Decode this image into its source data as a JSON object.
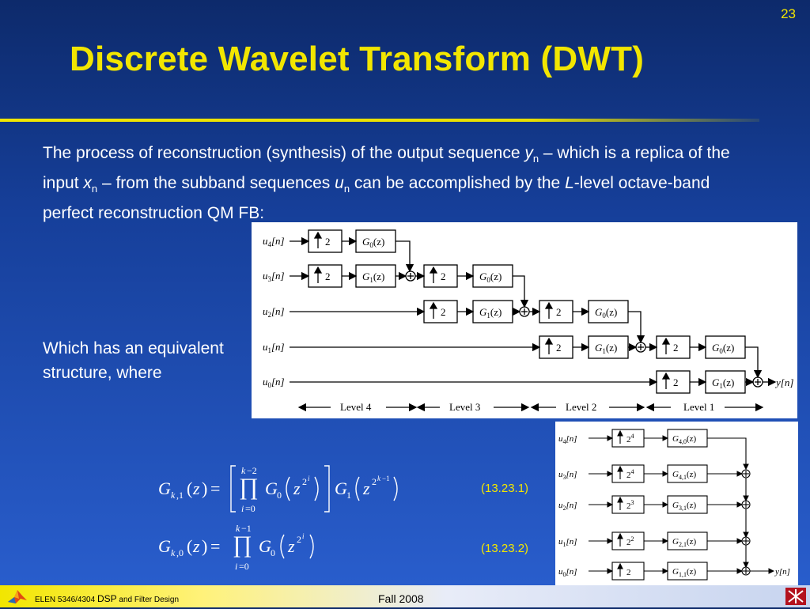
{
  "slide": {
    "number": "23",
    "title": "Discrete Wavelet Transform (DWT)"
  },
  "intro": {
    "p1": "The process of reconstruction (synthesis) of the output sequence ",
    "y": "y",
    "n1": "n",
    "p2": " – which is a replica of the input ",
    "x": "x",
    "n2": "n",
    "p3": " – from the subband sequences ",
    "u": "u",
    "n3": "n",
    "p4": " can be accomplished by the ",
    "L": "L",
    "p5": "-level octave-band perfect reconstruction QM FB:"
  },
  "side_note": "Which has an equivalent structure, where",
  "diagram_top": {
    "inputs": [
      "u",
      "u",
      "u",
      "u",
      "u"
    ],
    "input_subs": [
      "4",
      "3",
      "2",
      "1",
      "0"
    ],
    "input_arg": "[n]",
    "upsampler": "2",
    "filter_G0": "G",
    "filter_G1": "G",
    "filter_arg": "(z)",
    "output": "y[n]",
    "levels": [
      "Level 4",
      "Level 3",
      "Level 2",
      "Level 1"
    ]
  },
  "diagram_bottom": {
    "input_subs": [
      "4",
      "3",
      "2",
      "1",
      "0"
    ],
    "up_exps": [
      "4",
      "4",
      "3",
      "2",
      ""
    ],
    "filter_subs": [
      "4,0",
      "4,1",
      "3,1",
      "2,1",
      "1,1"
    ],
    "output": "y[n]"
  },
  "equations": {
    "eq1_number": "(13.23.1)",
    "eq2_number": "(13.23.2)"
  },
  "footer": {
    "course_a": "ELEN 5346/4304 ",
    "course_b": "DSP",
    "course_c": " and Filter Design",
    "term": "Fall 2008"
  },
  "colors": {
    "accent": "#f2e600",
    "background": "#1a48b0"
  }
}
